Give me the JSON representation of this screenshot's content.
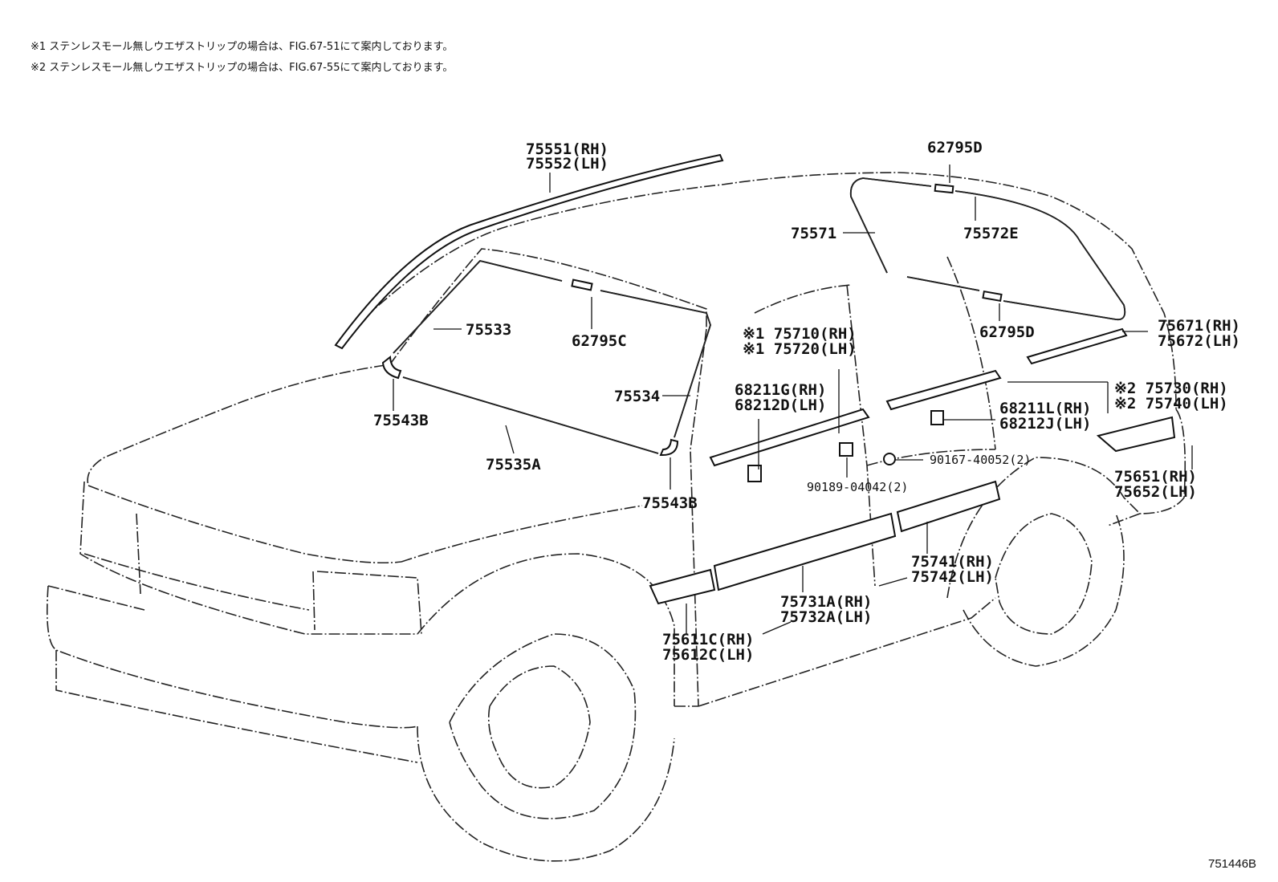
{
  "notes": [
    "※1 ステンレスモール無しウエザストリップの場合は、FIG.67-51にて案内しております。",
    "※2 ステンレスモール無しウエザストリップの場合は、FIG.67-55にて案内しております。"
  ],
  "parts": {
    "p75551": "75551(RH)",
    "p75552": "75552(LH)",
    "p62795D_top": "62795D",
    "p75571": "75571",
    "p75572E": "75572E",
    "p75533": "75533",
    "p62795C": "62795C",
    "p62795D_low": "62795D",
    "p75671": "75671(RH)",
    "p75672": "75672(LH)",
    "p75710": "※1 75710(RH)",
    "p75720": "※1 75720(LH)",
    "p75534": "75534",
    "p68211G": "68211G(RH)",
    "p68212D": "68212D(LH)",
    "p75730": "※2 75730(RH)",
    "p75740": "※2 75740(LH)",
    "p68211L": "68211L(RH)",
    "p68212J": "68212J(LH)",
    "p75543B_l": "75543B",
    "p75535A": "75535A",
    "p90167": "90167-40052(2)",
    "p90189": "90189-04042(2)",
    "p75651": "75651(RH)",
    "p75652": "75652(LH)",
    "p75543B_r": "75543B",
    "p75741": "75741(RH)",
    "p75742": "75742(LH)",
    "p75731A": "75731A(RH)",
    "p75732A": "75732A(LH)",
    "p75611C": "75611C(RH)",
    "p75612C": "75612C(LH)"
  },
  "figure_id": "751446B"
}
